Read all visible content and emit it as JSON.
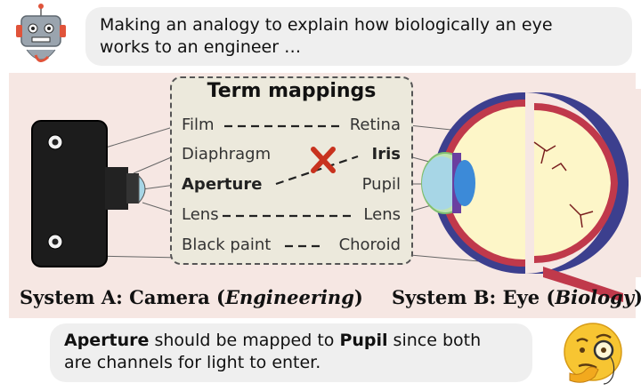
{
  "top_bubble": {
    "line1": "Making an analogy to explain how biologically an eye",
    "line2": "works to an engineer …"
  },
  "mapping": {
    "title": "Term mappings",
    "pairs": [
      {
        "left": "Film",
        "right": "Retina"
      },
      {
        "left": "Diaphragm",
        "right": "Iris"
      },
      {
        "left": "Aperture",
        "right": "Pupil"
      },
      {
        "left": "Lens",
        "right": "Lens"
      },
      {
        "left": "Black paint",
        "right": "Choroid"
      }
    ]
  },
  "system_a": {
    "prefix": "System A: Camera (",
    "domain": "Engineering",
    "suffix": ")"
  },
  "system_b": {
    "prefix": "System B: Eye (",
    "domain": "Biology",
    "suffix": ")"
  },
  "bottom_bubble": {
    "term1": "Aperture",
    "text1": " should be mapped to ",
    "term2": "Pupil",
    "text2": " since both",
    "line2": "are channels for light to enter."
  },
  "icons": {
    "robot": "robot-icon",
    "thinker": "thinking-face-monocle-icon",
    "cross": "cross-mark-icon"
  },
  "colors": {
    "panel": "#f6e7e3",
    "mapbox": "#ece9dc",
    "cross": "#c8321e",
    "bubble": "#efefef"
  }
}
